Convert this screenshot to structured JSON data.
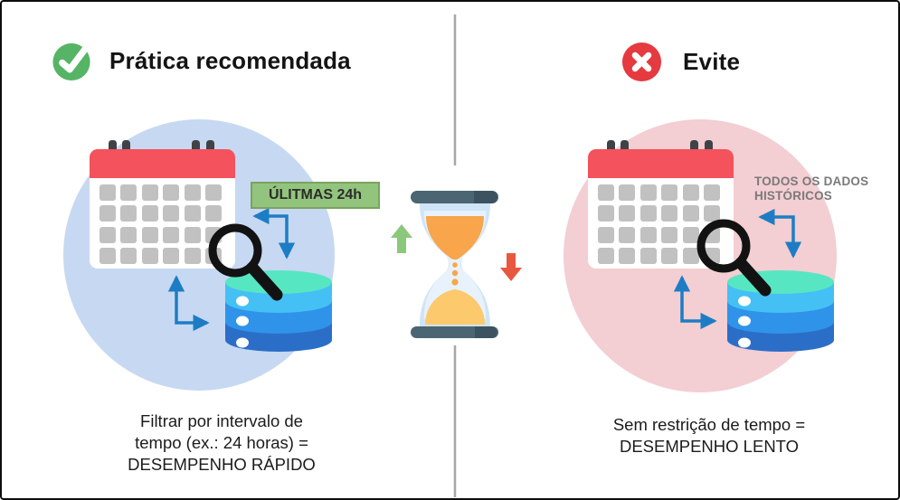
{
  "sides": {
    "left": {
      "title": "Prática recomendada",
      "icon": "check-icon",
      "tag": "ÚLITMAS 24h",
      "caption": "Filtrar por intervalo de\ntempo (ex.: 24 horas) =\nDESEMPENHO RÁPIDO"
    },
    "right": {
      "title": "Evite",
      "icon": "x-icon",
      "tag": "TODOS OS DADOS\nHISTÓRICOS",
      "caption": "Sem restrição de tempo =\nDESEMPENHO LENTO"
    }
  },
  "center": {
    "icon": "hourglass-icon",
    "fast_icon": "arrow-up-icon",
    "slow_icon": "arrow-down-icon"
  },
  "colors": {
    "check_green": "#56b466",
    "x_red": "#e43a40",
    "circle_blue": "#c7d8f2",
    "circle_pink": "#f3ced2",
    "calendar_red": "#f4525c",
    "tag_green_bg": "#93c47d",
    "tag_green_border": "#7ba35f",
    "tag_gray_text": "#7a7a7a",
    "arrow_blue": "#1d7dc4",
    "db_teal": "#57e6c2",
    "db_light_blue": "#45c0f5",
    "db_mid_blue": "#2f93ea",
    "db_dark_blue": "#2b6ec8",
    "hourglass_cap": "#4b6572",
    "hourglass_glass": "#cfe4f7",
    "sand_top": "#f8a54b",
    "sand_bottom": "#fcc96d",
    "up_arrow_green": "#8cc87c",
    "down_arrow_red": "#e85740",
    "divider_gray": "#a6a6a6"
  }
}
